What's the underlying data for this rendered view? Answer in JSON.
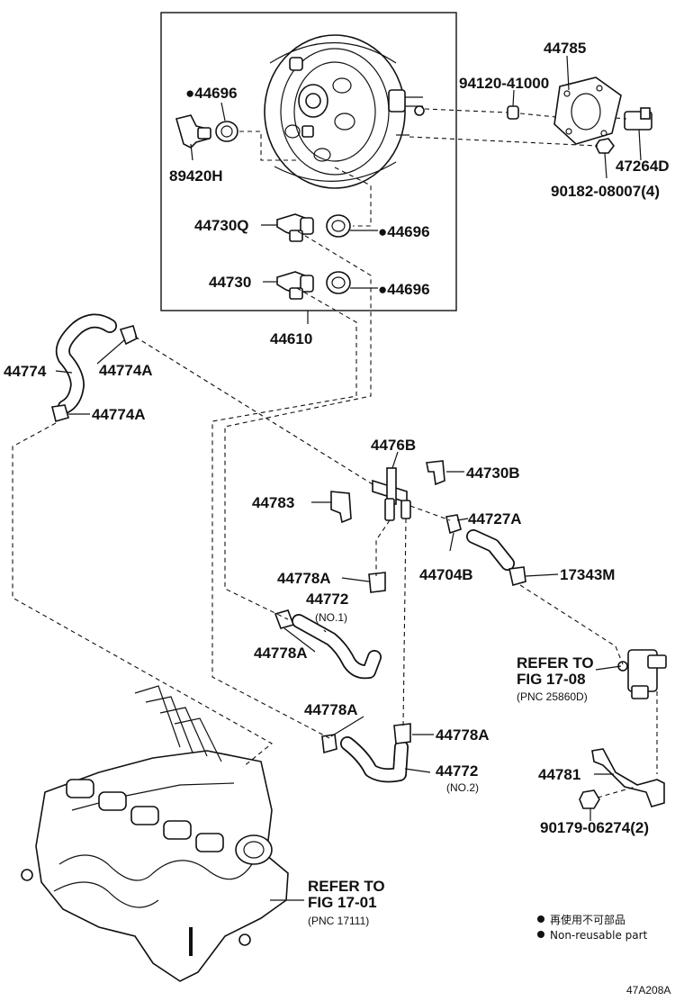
{
  "labels": {
    "p44785": "44785",
    "p94120": "94120-41000",
    "p44696a": "●44696",
    "p89420h": "89420H",
    "p47264d": "47264D",
    "p90182": "90182-08007(4)",
    "p44730q": "44730Q",
    "p44696b": "●44696",
    "p44730": "44730",
    "p44696c": "●44696",
    "p44610": "44610",
    "p44774": "44774",
    "p44774a1": "44774A",
    "p44774a2": "44774A",
    "p4476b": "4476B",
    "p44730b": "44730B",
    "p44783": "44783",
    "p44727a": "44727A",
    "p44704b": "44704B",
    "p17343m": "17343M",
    "p44778a1": "44778A",
    "p44772a": "44772",
    "p44772a_sub": "(NO.1)",
    "p44778a2": "44778A",
    "p44778a3": "44778A",
    "p44778a4": "44778A",
    "p44772b": "44772",
    "p44772b_sub": "(NO.2)",
    "p44781": "44781",
    "p90179": "90179-06274(2)"
  },
  "refers": {
    "r1708_l1": "REFER TO",
    "r1708_l2": "FIG 17-08",
    "r1708_l3": "(PNC 25860D)",
    "r1701_l1": "REFER TO",
    "r1701_l2": "FIG 17-01",
    "r1701_l3": "(PNC 17111)"
  },
  "legend": {
    "jp": "再使用不可部品",
    "en": "Non-reusable part"
  },
  "figure_code": "47A208A"
}
